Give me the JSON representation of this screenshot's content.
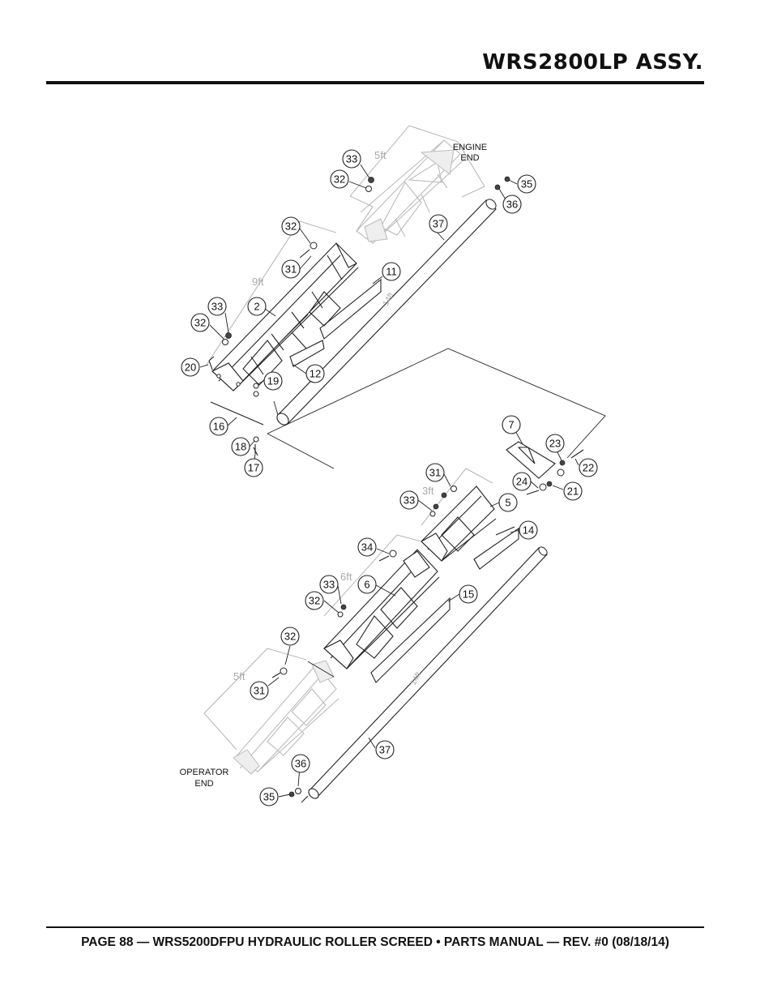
{
  "header": {
    "title": "WRS2800LP ASSY."
  },
  "footer": {
    "text": "PAGE 88 — WRS5200DFPU HYDRAULIC ROLLER SCREED • PARTS MANUAL  — REV. #0 (08/18/14)"
  },
  "diagram": {
    "end_labels": {
      "engine_line1": "ENGINE",
      "engine_line2": "END",
      "operator_line1": "OPERATOR",
      "operator_line2": "END"
    },
    "section_sizes": {
      "top_5ft": "5ft",
      "top_9ft": "9ft",
      "mid_3ft": "3ft",
      "mid_6ft": "6ft",
      "bottom_5ft": "5ft"
    },
    "tube_labels": {
      "upper": "14ft",
      "lower": "14ft"
    },
    "callouts": [
      {
        "key": "c-33a",
        "label": "33"
      },
      {
        "key": "c-32a",
        "label": "32"
      },
      {
        "key": "c-35a",
        "label": "35"
      },
      {
        "key": "c-36a",
        "label": "36"
      },
      {
        "key": "c-37a",
        "label": "37"
      },
      {
        "key": "c-32b",
        "label": "32"
      },
      {
        "key": "c-31a",
        "label": "31"
      },
      {
        "key": "c-11",
        "label": "11"
      },
      {
        "key": "c-33b",
        "label": "33"
      },
      {
        "key": "c-2",
        "label": "2"
      },
      {
        "key": "c-32c",
        "label": "32"
      },
      {
        "key": "c-20",
        "label": "20"
      },
      {
        "key": "c-19",
        "label": "19"
      },
      {
        "key": "c-12",
        "label": "12"
      },
      {
        "key": "c-16",
        "label": "16"
      },
      {
        "key": "c-18",
        "label": "18"
      },
      {
        "key": "c-17",
        "label": "17"
      },
      {
        "key": "c-7",
        "label": "7"
      },
      {
        "key": "c-23",
        "label": "23"
      },
      {
        "key": "c-22",
        "label": "22"
      },
      {
        "key": "c-31b",
        "label": "31"
      },
      {
        "key": "c-24",
        "label": "24"
      },
      {
        "key": "c-21",
        "label": "21"
      },
      {
        "key": "c-33c",
        "label": "33"
      },
      {
        "key": "c-5",
        "label": "5"
      },
      {
        "key": "c-14",
        "label": "14"
      },
      {
        "key": "c-34",
        "label": "34"
      },
      {
        "key": "c-6",
        "label": "6"
      },
      {
        "key": "c-33d",
        "label": "33"
      },
      {
        "key": "c-15",
        "label": "15"
      },
      {
        "key": "c-32d",
        "label": "32"
      },
      {
        "key": "c-32e",
        "label": "32"
      },
      {
        "key": "c-31c",
        "label": "31"
      },
      {
        "key": "c-37b",
        "label": "37"
      },
      {
        "key": "c-36b",
        "label": "36"
      },
      {
        "key": "c-35b",
        "label": "35"
      }
    ]
  }
}
